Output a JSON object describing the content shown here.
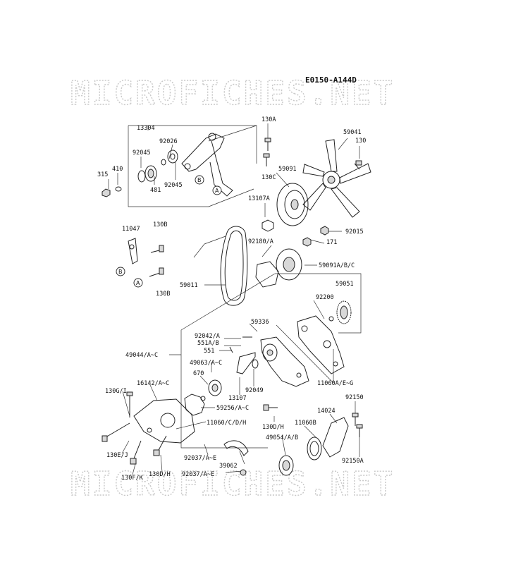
{
  "diagram_code": "E0150-A144D",
  "watermark_top": "MICROFICHES.NET",
  "watermark_bottom": "MICROFICHES.NET",
  "part_labels": [
    "13304",
    "130A",
    "92026",
    "92045",
    "410",
    "315",
    "481",
    "92045",
    "130C",
    "59041",
    "130",
    "59091",
    "13107A",
    "92015",
    "11047",
    "130B",
    "171",
    "92180/A",
    "59091A/B/C",
    "59011",
    "130B",
    "59051",
    "92200",
    "92042/A",
    "551A/B",
    "551",
    "59336",
    "49044/A~C",
    "49063/A~C",
    "670",
    "16142/A~C",
    "92049",
    "13107",
    "11060A/E~G",
    "130G/I",
    "59256/A~C",
    "92150",
    "14024",
    "130D/H",
    "11060B",
    "11060/C/D/H",
    "49054/A/B",
    "130E/J",
    "92037/A~E",
    "39062",
    "92150A",
    "130D/H",
    "130F/K",
    "92037/A~E"
  ],
  "reference_markers": [
    "A",
    "B",
    "B",
    "A"
  ]
}
